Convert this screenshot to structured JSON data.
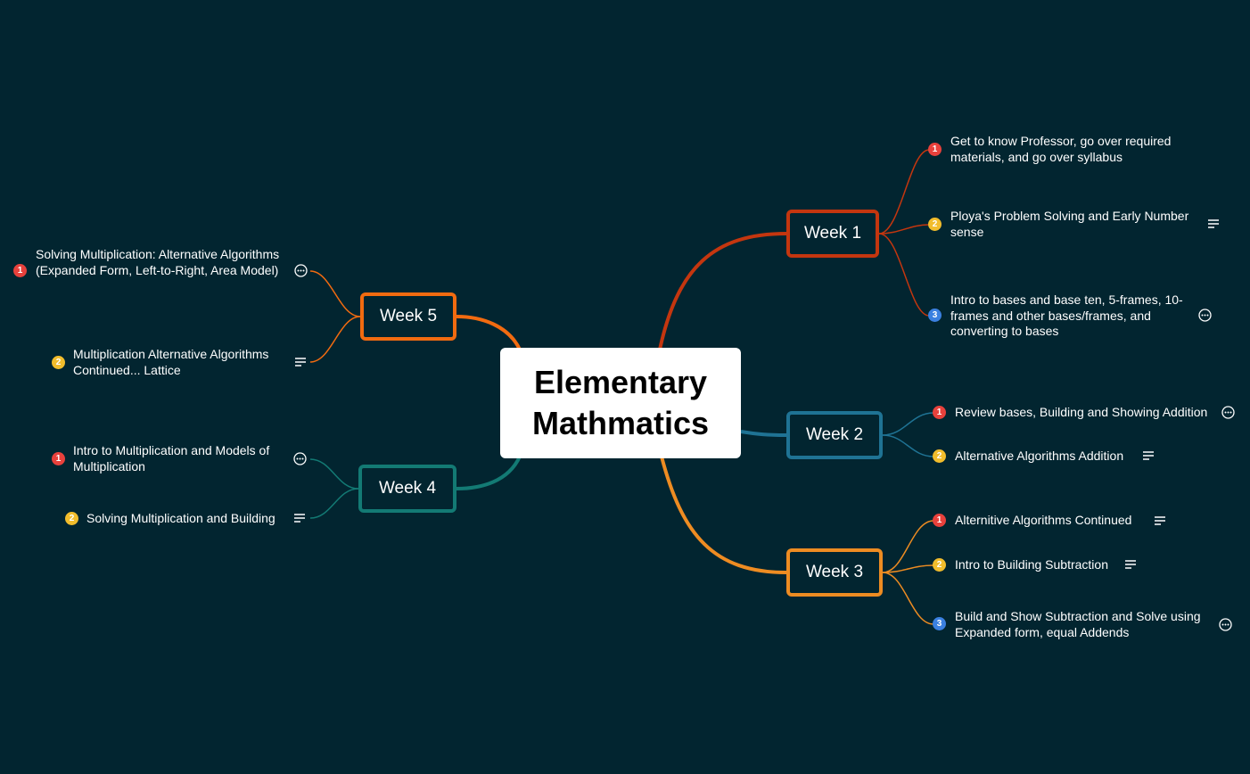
{
  "central": {
    "line1": "Elementary",
    "line2": "Mathmatics"
  },
  "colors": {
    "background": "#022530",
    "week1": "#c4360f",
    "week2": "#1f7394",
    "week3": "#ee8c22",
    "week4": "#137a74",
    "week5": "#f26b10",
    "badge1": "#e8413c",
    "badge2": "#f2bd2c",
    "badge3": "#3b80e0"
  },
  "weeks": [
    {
      "label": "Week 1",
      "topics": [
        {
          "badge": "1",
          "text": "Get to know Professor, go over required materials, and go over syllabus",
          "icon": "none"
        },
        {
          "badge": "2",
          "text": "Ploya's Problem Solving and Early Number sense",
          "icon": "notes-icon"
        },
        {
          "badge": "3",
          "text": "Intro to bases and base ten, 5-frames, 10-frames and other bases/frames, and converting to bases",
          "icon": "comment-icon"
        }
      ]
    },
    {
      "label": "Week 2",
      "topics": [
        {
          "badge": "1",
          "text": "Review bases, Building and Showing Addition",
          "icon": "comment-icon"
        },
        {
          "badge": "2",
          "text": "Alternative Algorithms Addition",
          "icon": "notes-icon"
        }
      ]
    },
    {
      "label": "Week 3",
      "topics": [
        {
          "badge": "1",
          "text": "Alternitive Algorithms Continued",
          "icon": "notes-icon"
        },
        {
          "badge": "2",
          "text": "Intro to Building Subtraction",
          "icon": "notes-icon"
        },
        {
          "badge": "3",
          "text": "Build and Show Subtraction and Solve using Expanded form, equal Addends",
          "icon": "comment-icon"
        }
      ]
    },
    {
      "label": "Week 4",
      "topics": [
        {
          "badge": "1",
          "text": "Intro to Multiplication and Models of Multiplication",
          "icon": "comment-icon"
        },
        {
          "badge": "2",
          "text": "Solving Multiplication and Building",
          "icon": "notes-icon"
        }
      ]
    },
    {
      "label": "Week 5",
      "topics": [
        {
          "badge": "1",
          "text": "Solving Multiplication: Alternative Algorithms (Expanded Form, Left-to-Right, Area Model)",
          "icon": "comment-icon"
        },
        {
          "badge": "2",
          "text": "Multiplication Alternative Algorithms Continued... Lattice",
          "icon": "notes-icon"
        }
      ]
    }
  ]
}
